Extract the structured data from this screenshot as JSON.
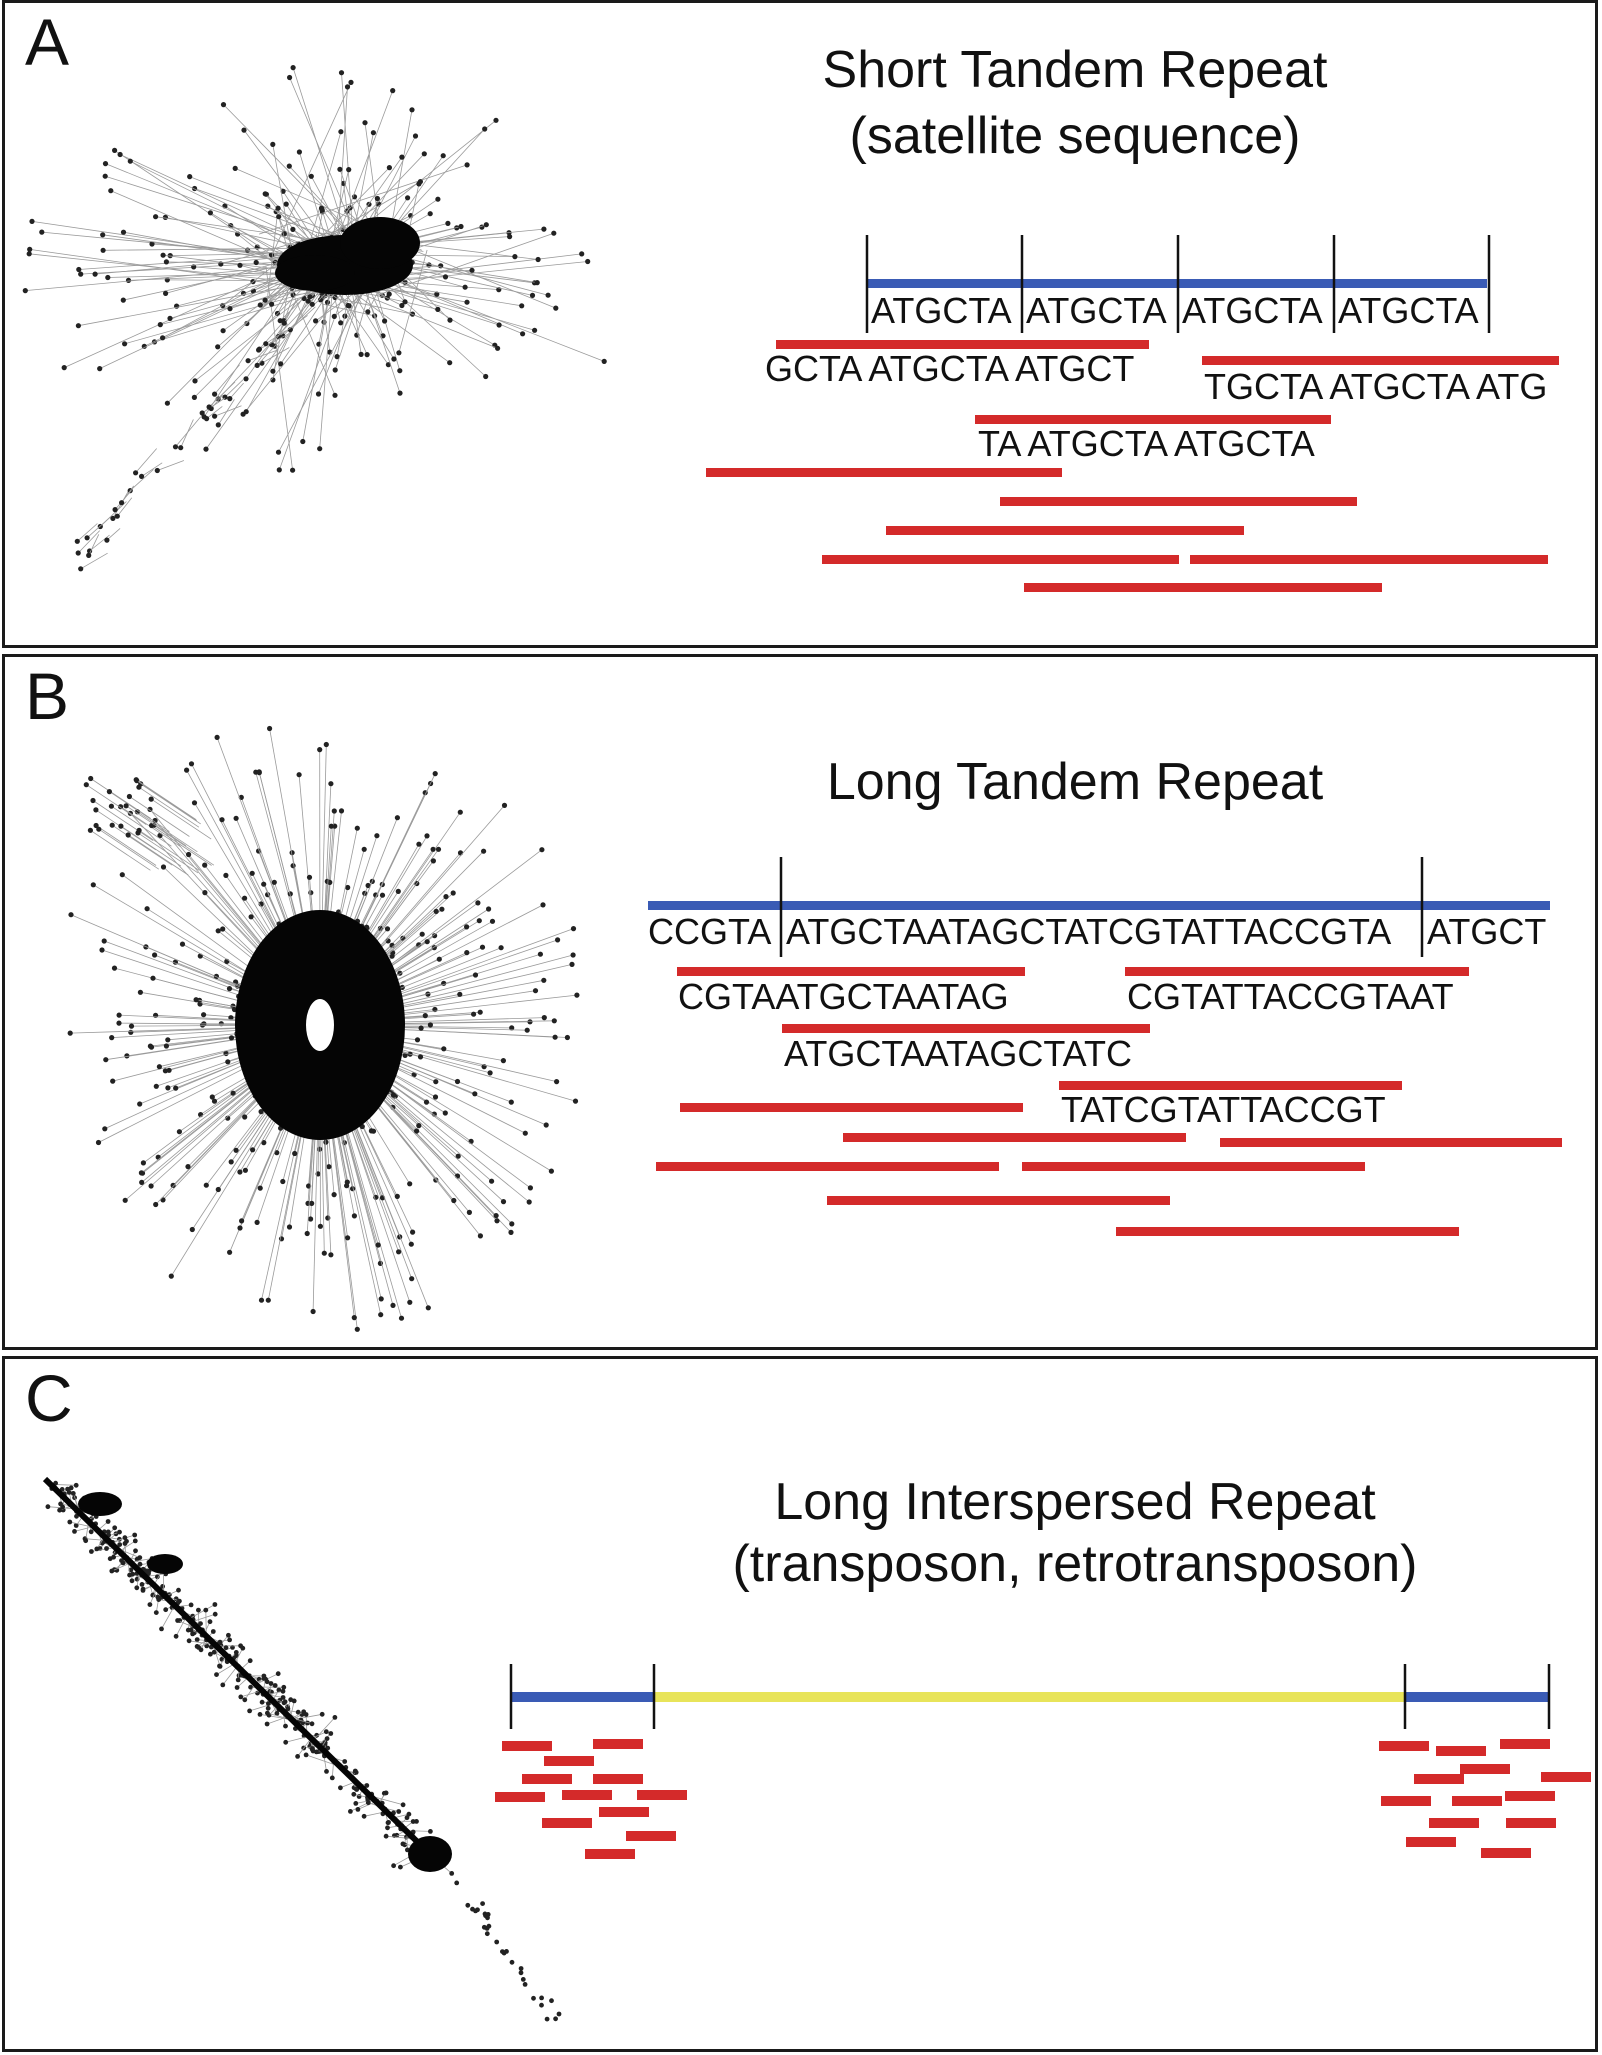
{
  "panels": [
    {
      "letter": "A",
      "title_lines": [
        "Short Tandem Repeat",
        "(satellite sequence)"
      ],
      "reference_segments": [
        "ATGCTA",
        "ATGCTA",
        "ATGCTA",
        "ATGCTA"
      ],
      "read_labels": [
        "GCTA ATGCTA ATGCT",
        "TGCTA ATGCTA ATG",
        "TA ATGCTA ATGCTA"
      ]
    },
    {
      "letter": "B",
      "title_lines": [
        "Long Tandem Repeat"
      ],
      "reference_segments": [
        "CCGTA",
        "ATGCTAATAGCTATCGTATTACCGTA",
        "ATGCT"
      ],
      "read_labels": [
        "CGTAATGCTAATAG",
        "CGTATTACCGTAAT",
        "ATGCTAATAGCTATC",
        "TATCGTATTACCGT"
      ]
    },
    {
      "letter": "C",
      "title_lines": [
        "Long Interspersed Repeat",
        "(transposon, retrotransposon)"
      ]
    }
  ],
  "colors": {
    "reference": "#3a5bb5",
    "read": "#d42a2a",
    "transposon_body": "#e8e45a",
    "network_node": "#222222",
    "network_edge": "#9a9a9a"
  }
}
